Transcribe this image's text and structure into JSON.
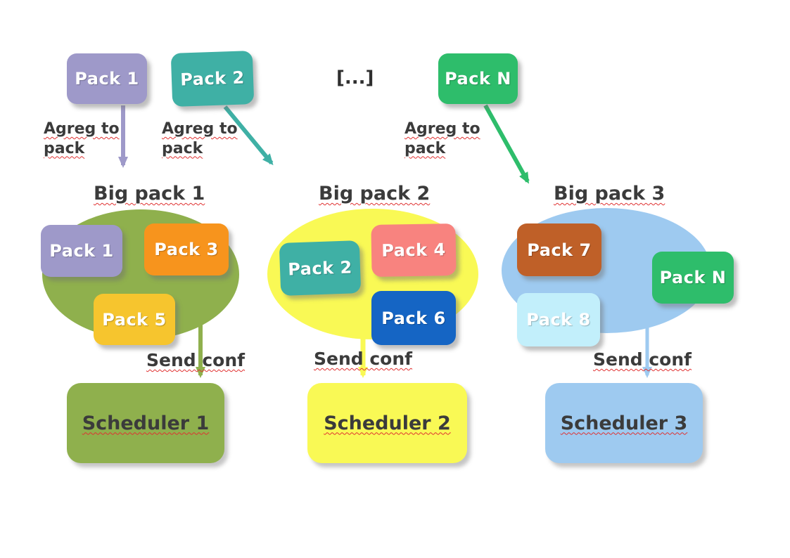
{
  "colors": {
    "lavender": "#9e99c9",
    "teal": "#3fb0a5",
    "green": "#2ebd6b",
    "olive": "#8fb04d",
    "yellow": "#f9f955",
    "light_blue": "#9ecaf0",
    "orange": "#f7941d",
    "gold": "#f6c52e",
    "salmon": "#f8837f",
    "blue": "#1565c4",
    "brown": "#bf6028",
    "cyan": "#c2effb",
    "text_dark": "#3b3b3b",
    "text_light": "#ffffff",
    "squiggle": "#e03131"
  },
  "top_row": {
    "packs": [
      {
        "label": "Pack 1"
      },
      {
        "label": "Pack 2"
      },
      {
        "label": "Pack N"
      }
    ],
    "ellipsis": "[...]"
  },
  "agreg_labels": [
    {
      "line1": "Agreg to",
      "line2": "pack"
    },
    {
      "line1": "Agreg to",
      "line2": "pack"
    },
    {
      "line1": "Agreg to",
      "line2": "pack"
    }
  ],
  "groups": [
    {
      "title": "Big pack 1",
      "packs": [
        {
          "label": "Pack 1"
        },
        {
          "label": "Pack 3"
        },
        {
          "label": "Pack 5"
        }
      ],
      "send_label": "Send conf",
      "scheduler_label": "Scheduler 1"
    },
    {
      "title": "Big pack 2",
      "packs": [
        {
          "label": "Pack 2"
        },
        {
          "label": "Pack 4"
        },
        {
          "label": "Pack 6"
        }
      ],
      "send_label": "Send conf",
      "scheduler_label": "Scheduler 2"
    },
    {
      "title": "Big pack 3",
      "packs": [
        {
          "label": "Pack 7"
        },
        {
          "label": "Pack N"
        },
        {
          "label": "Pack 8"
        }
      ],
      "send_label": "Send conf",
      "scheduler_label": "Scheduler 3"
    }
  ]
}
